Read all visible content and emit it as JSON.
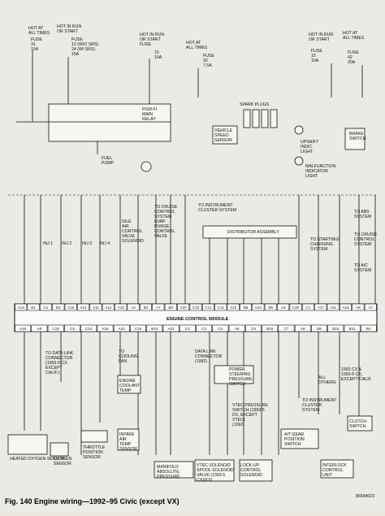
{
  "caption": "Fig. 140  Engine wiring—1992–95 Civic (except VX)",
  "code": "86694023",
  "labels": {
    "fuse1": [
      "HOT AT",
      "ALL TIMES",
      "FUSE",
      "31",
      "15A"
    ],
    "fuse2": [
      "HOT IN RUN",
      "OR START",
      "FUSE",
      "12 (W/O SRS)",
      "24 (W/ SRS)",
      "15A"
    ],
    "fuse3": [
      "HOT IN RUN",
      "OR START",
      "FUSE",
      "15",
      "10A"
    ],
    "fuse4": [
      "HOT AT",
      "ALL TIMES",
      "FUSE",
      "32",
      "7.5A"
    ],
    "fuse5": [
      "HOT IN RUN",
      "OR START",
      "FUSE",
      "15",
      "10A"
    ],
    "fuse6": [
      "HOT AT",
      "ALL TIMES",
      "FUSE",
      "42",
      "20A"
    ],
    "main_relay": [
      "PGM-FI",
      "MAIN",
      "RELAY"
    ],
    "fuel_pump": [
      "FUEL",
      "PUMP"
    ],
    "vss": [
      "VEHICLE",
      "SPEED",
      "SENSOR"
    ],
    "spark_plugs": "SPARK PLUGS",
    "upshift": [
      "UPSHIFT",
      "INDIC",
      "LIGHT"
    ],
    "mil": [
      "MALFUNCTION",
      "INDICATOR",
      "LIGHT"
    ],
    "brake": [
      "BRAKE",
      "SWITCH"
    ],
    "inj": [
      "INJ 1",
      "INJ 2",
      "INJ 3",
      "INJ 4"
    ],
    "iac": [
      "IDLE",
      "AIR",
      "CONTROL",
      "VALVE",
      "SOLENOID"
    ],
    "evap": [
      "EVAP",
      "PURGE",
      "CONTROL",
      "VALVE"
    ],
    "cruise1": [
      "TO CRUISE",
      "CONTROL",
      "SYSTEM"
    ],
    "cluster1": [
      "TO INSTRUMENT",
      "CLUSTER SYSTEM"
    ],
    "distributor": "DISTRIBUTOR ASSEMBLY",
    "starting": [
      "TO STARTING/",
      "CHARGING",
      "SYSTEM"
    ],
    "abs": [
      "TO ABS",
      "SYSTEM"
    ],
    "cruise2": [
      "TO CRUISE",
      "CONTROL",
      "SYSTEM"
    ],
    "ac": [
      "TO A/C",
      "SYSTEM"
    ],
    "ecm": "ENGINE CONTROL MODULE",
    "ho2s": "HEATED OXYGEN SENSOR",
    "o2": [
      "OXYGEN",
      "SENSOR"
    ],
    "dlc1": [
      "TO DATA LINK",
      "CONNECTOR",
      "(1993-5 CX,",
      "EXCEPT",
      "CALIF.)"
    ],
    "gauge": [
      "TO",
      "COOLING",
      "FAN"
    ],
    "ect": [
      "ENGINE",
      "COOLANT",
      "TEMP"
    ],
    "tps": [
      "THROTTLE",
      "POSITION",
      "SENSOR"
    ],
    "iat": [
      "INTAKE",
      "AIR",
      "TEMP",
      "SENSOR"
    ],
    "map": [
      "MANIFOLD",
      "ABSOLUTE",
      "PRESSURE"
    ],
    "dlc2": [
      "DATA LINK",
      "CONNECTOR",
      "(1992)"
    ],
    "ps": [
      "POWER",
      "STEERING",
      "PRESSURE",
      "SWITCH"
    ],
    "vtec_ps": [
      "VTEC PRESSURE",
      "SWITCH (1993-5",
      "DX, EXCEPT",
      "VTEC)",
      "(1992)"
    ],
    "vtec_sol": [
      "VTEC SOLENOID",
      "SPOOL SOLENOID",
      "VALVE (1993-5",
      "CX)(EX)"
    ],
    "lockup": [
      "LOCK-UP",
      "CONTROL",
      "SOLENOID"
    ],
    "cluster2": [
      "TO INSTRUMENT",
      "CLUSTER",
      "SYSTEM"
    ],
    "at_gear": [
      "A/T GEAR",
      "POSITION",
      "SWITCH"
    ],
    "interlock": [
      "INTERLOCK",
      "CONTROL",
      "UNIT"
    ],
    "clutch": [
      "CLUTCH",
      "SWITCH"
    ],
    "variants": [
      "1992 CX &",
      "1993-5 CX,",
      "EXCEPT CALIF.",
      "ALL",
      "OTHERS"
    ]
  },
  "ecm_pins_top": [
    "A13",
    "B1",
    "A1",
    "B2",
    "A15",
    "A14",
    "A11",
    "A12",
    "A19",
    "A2",
    "B3",
    "A7",
    "B8",
    "A20",
    "C10",
    "C11",
    "C12",
    "A10",
    "B6",
    "A24",
    "B5",
    "A3",
    "C20",
    "C1",
    "A17",
    "A11",
    "A18",
    "A5",
    "A7"
  ],
  "ecm_pins_bot": [
    "A16",
    "A8",
    "C19",
    "C8",
    "C14",
    "A15",
    "A21",
    "C16",
    "B10",
    "A22",
    "C2",
    "C3",
    "C4",
    "A6",
    "C9",
    "B16",
    "C7",
    "A9",
    "B8",
    "B16",
    "B11",
    "B4"
  ]
}
